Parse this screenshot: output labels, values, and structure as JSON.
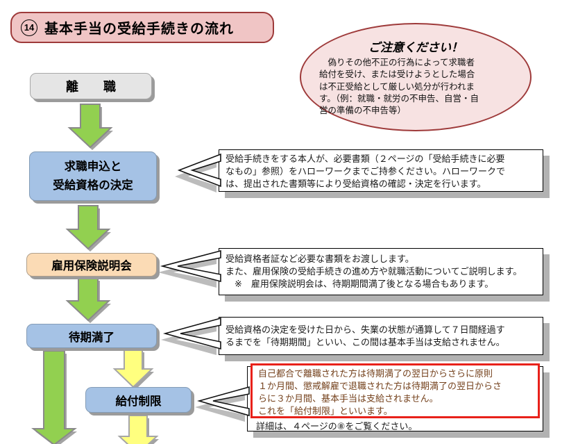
{
  "title": {
    "number": "14",
    "text": "基本手当の受給手続きの流れ"
  },
  "notice": {
    "title": "ご注意ください！",
    "body": "　偽りその他不正の行為によって求職者\n給付を受け、または受けようとした場合\nは不正受給として厳しい処分が行われま\nす。（例：就職・就労の不申告、自営・自\n営の準備の不申告等）"
  },
  "flow": {
    "steps": [
      {
        "label": "離　　職"
      },
      {
        "label": "求職申込と\n受給資格の決定"
      },
      {
        "label": "雇用保険説明会"
      },
      {
        "label": "待期満了"
      },
      {
        "label": "給付制限"
      }
    ]
  },
  "callouts": [
    {
      "text": "受給手続きをする本人が、必要書類（２ページの「受給手続きに必要\nなもの」参照）をハローワークまでご持参ください。ハローワークで\nは、提出された書類等により受給資格の確認・決定を行います。"
    },
    {
      "text": "受給資格者証など必要な書類をお渡しします。\nまた、雇用保険の受給手続きの進め方や就職活動についてご説明します。\n　※　雇用保険説明会は、待期期間満了後となる場合もあります。"
    },
    {
      "text": "受給資格の決定を受けた日から、失業の状態が通算して７日間経過す\nるまでを「待期期間」といい、この間は基本手当は支給されません。"
    },
    {
      "highlighted_text": "自己都合で離職された方は待期満了の翌日からさらに原則\n１か月間、懲戒解雇で退職された方は待期満了の翌日からさ\nらに３か月間、基本手当は支給されません。\nこれを「給付制限」といいます。",
      "detail_text": "詳細は、４ページの⑧をご覧ください。"
    }
  ],
  "colors": {
    "title_bg": "#f0c5c5",
    "dark_red_border": "#9e3a3a",
    "blue_box": "#a5c2e5",
    "gray_box": "#e5e5e5",
    "peach_box": "#fbdbb5",
    "green_arrow": "#92d050",
    "yellow_arrow": "#ffff7f",
    "red_highlight_border": "#e8211a",
    "highlight_text_brown": "#74411c"
  }
}
